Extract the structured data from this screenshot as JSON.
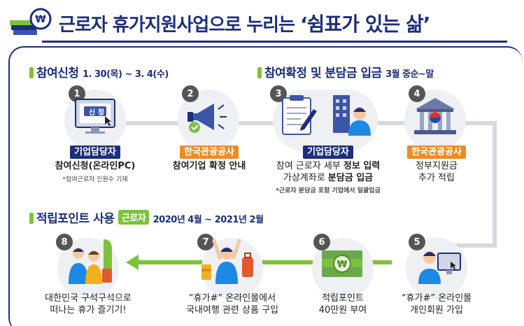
{
  "header": {
    "title_prefix": "근로자 휴가지원사업으로 누리는 ",
    "title_highlight": "‘쉼표가 있는 삶’",
    "icon": "books-coin-icon"
  },
  "section1": {
    "title": "참여신청",
    "date": "1. 30(목) ~ 3. 4(수)"
  },
  "section2": {
    "title": "참여확정 및 분담금 입금",
    "date": "3월 중순~말"
  },
  "section3": {
    "title": "적립포인트 사용",
    "tag": "근로자",
    "date": "2020년 4월 ~ 2021년 2월"
  },
  "steps": [
    {
      "num": "1",
      "role": "기업담당자",
      "line1": "참여신청(온라인PC)",
      "note": "*참여근로자 인원수 기재",
      "screen_label": "신 청"
    },
    {
      "num": "2",
      "role": "한국관광공사",
      "line1": "참여기업 확정 안내"
    },
    {
      "num": "3",
      "role": "기업담당자",
      "line1_plain": "참여 근로자 세부 ",
      "line1_bold": "정보 입력",
      "line2_plain": "가상계좌로 ",
      "line2_bold": "분담금 입금",
      "note": "*근로자 분담금 포함 기업에서 일괄입금"
    },
    {
      "num": "4",
      "role": "한국관광공사",
      "line1": "정부지원금",
      "line2": "추가 적립"
    },
    {
      "num": "5",
      "line1": "“휴가#” 온라인몰",
      "line2": "개인회원 가입"
    },
    {
      "num": "6",
      "line1": "적립포인트",
      "line2": "40만원 부여"
    },
    {
      "num": "7",
      "line1": "“휴가#” 온라인몰에서",
      "line2": "국내여행 관련 상품 구입"
    },
    {
      "num": "8",
      "line1": "대한민국 구석구석으로",
      "line2": "떠나는 휴가 즐기기!"
    }
  ],
  "colors": {
    "navy": "#1d2f7a",
    "green": "#7cc23a",
    "orange": "#f08a24",
    "gray": "#555555"
  }
}
